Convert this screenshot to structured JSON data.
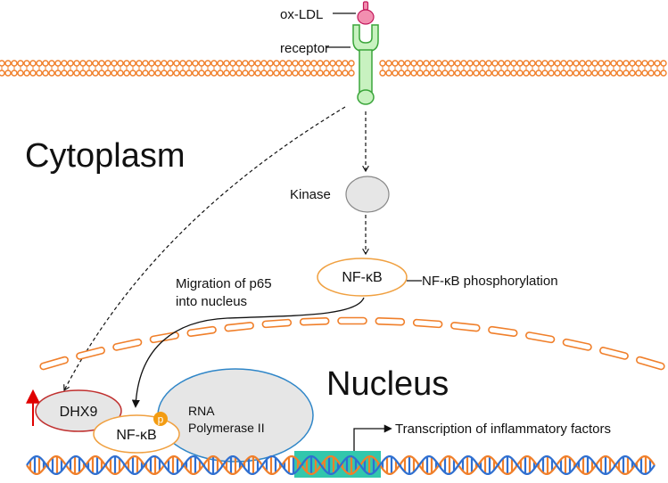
{
  "labels": {
    "ox_ldl": "ox-LDL",
    "receptor": "receptor",
    "cytoplasm": "Cytoplasm",
    "nucleus": "Nucleus",
    "kinase": "Kinase",
    "nfkb_cytoplasm": "NF-κB",
    "nfkb_phosphorylation": "NF-κB phosphorylation",
    "migration_line1": "Migration of p65",
    "migration_line2": "into nucleus",
    "dhx9": "DHX9",
    "nfkb_nucleus": "NF-κB",
    "phospho_mark": "p",
    "rna_pol_line1": "RNA",
    "rna_pol_line2": "Polymerase II",
    "transcription": "Transcription of inflammatory factors"
  },
  "colors": {
    "membrane": "#f07f2a",
    "receptor_fill": "#c8f2c0",
    "receptor_stroke": "#3aa53a",
    "ligand_fill": "#f28fb0",
    "ligand_stroke": "#c2185b",
    "kinase_fill": "#e6e6e6",
    "nfkb_stroke": "#f0a040",
    "dhx9_stroke": "#c0302f",
    "rna_pol_stroke": "#2f86c8",
    "phospho_fill": "#f39c12",
    "upregulation_arrow": "#e00000",
    "dna_strand_a": "#f07f2a",
    "dna_strand_b": "#2f6fd0",
    "promoter_highlight": "#27c4a8"
  },
  "icons": {
    "upregulation": "up-arrow-icon",
    "transcription_start": "bent-arrow-icon"
  }
}
